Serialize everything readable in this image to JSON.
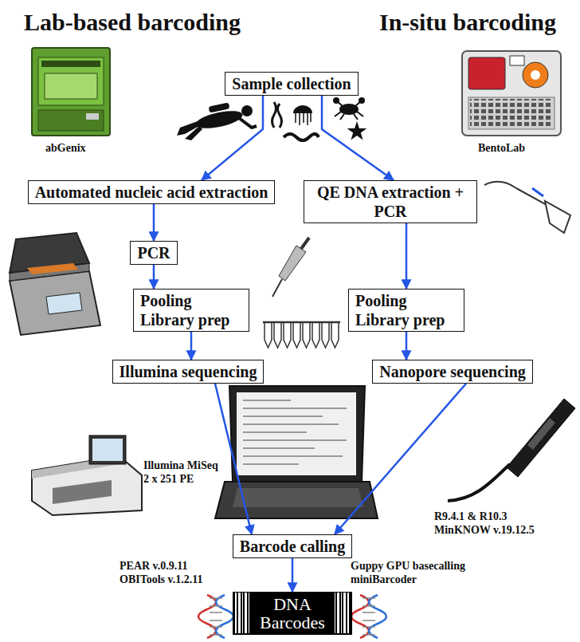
{
  "diagram": {
    "nodes": [
      {
        "text": [
          "Sample collection"
        ]
      },
      {
        "text": [
          "Automated nucleic acid extraction"
        ]
      },
      {
        "text": [
          "QE DNA extraction + PCR"
        ]
      },
      {
        "text": [
          "PCR"
        ]
      },
      {
        "text": [
          "Pooling Library prep"
        ]
      },
      {
        "text": [
          "Pooling Library prep"
        ]
      },
      {
        "text": [
          "Illumina sequencing"
        ]
      },
      {
        "text": [
          "Nanopore sequencing"
        ]
      },
      {
        "text": [
          "Barcode calling"
        ]
      },
      {
        "text": [
          "DNA Barcodes"
        ]
      }
    ],
    "edges": [
      {
        "from": 0,
        "to": 1,
        "arrow": "to"
      },
      {
        "from": 0,
        "to": 2,
        "arrow": "to"
      },
      {
        "from": 1,
        "to": 3,
        "arrow": "to"
      },
      {
        "from": 3,
        "to": 4,
        "arrow": "to"
      },
      {
        "from": 2,
        "to": 5,
        "arrow": "to"
      },
      {
        "from": 4,
        "to": 6,
        "arrow": "to"
      },
      {
        "from": 5,
        "to": 7,
        "arrow": "to"
      },
      {
        "from": 6,
        "to": 8,
        "arrow": "to"
      },
      {
        "from": 7,
        "to": 8,
        "arrow": "to"
      },
      {
        "from": 8,
        "to": 9,
        "arrow": "to"
      }
    ],
    "labels": [
      "Lab-based barcoding",
      "In-situ barcoding",
      "abGenix",
      "BentoLab",
      "Illumina MiSeq 2 x 251 PE",
      "R9.4.1 & R10.3 MinKNOW v.19.12.5",
      "PEAR v.0.9.11 OBITools v.1.2.11",
      "Guppy GPU basecalling miniBarcoder"
    ]
  }
}
